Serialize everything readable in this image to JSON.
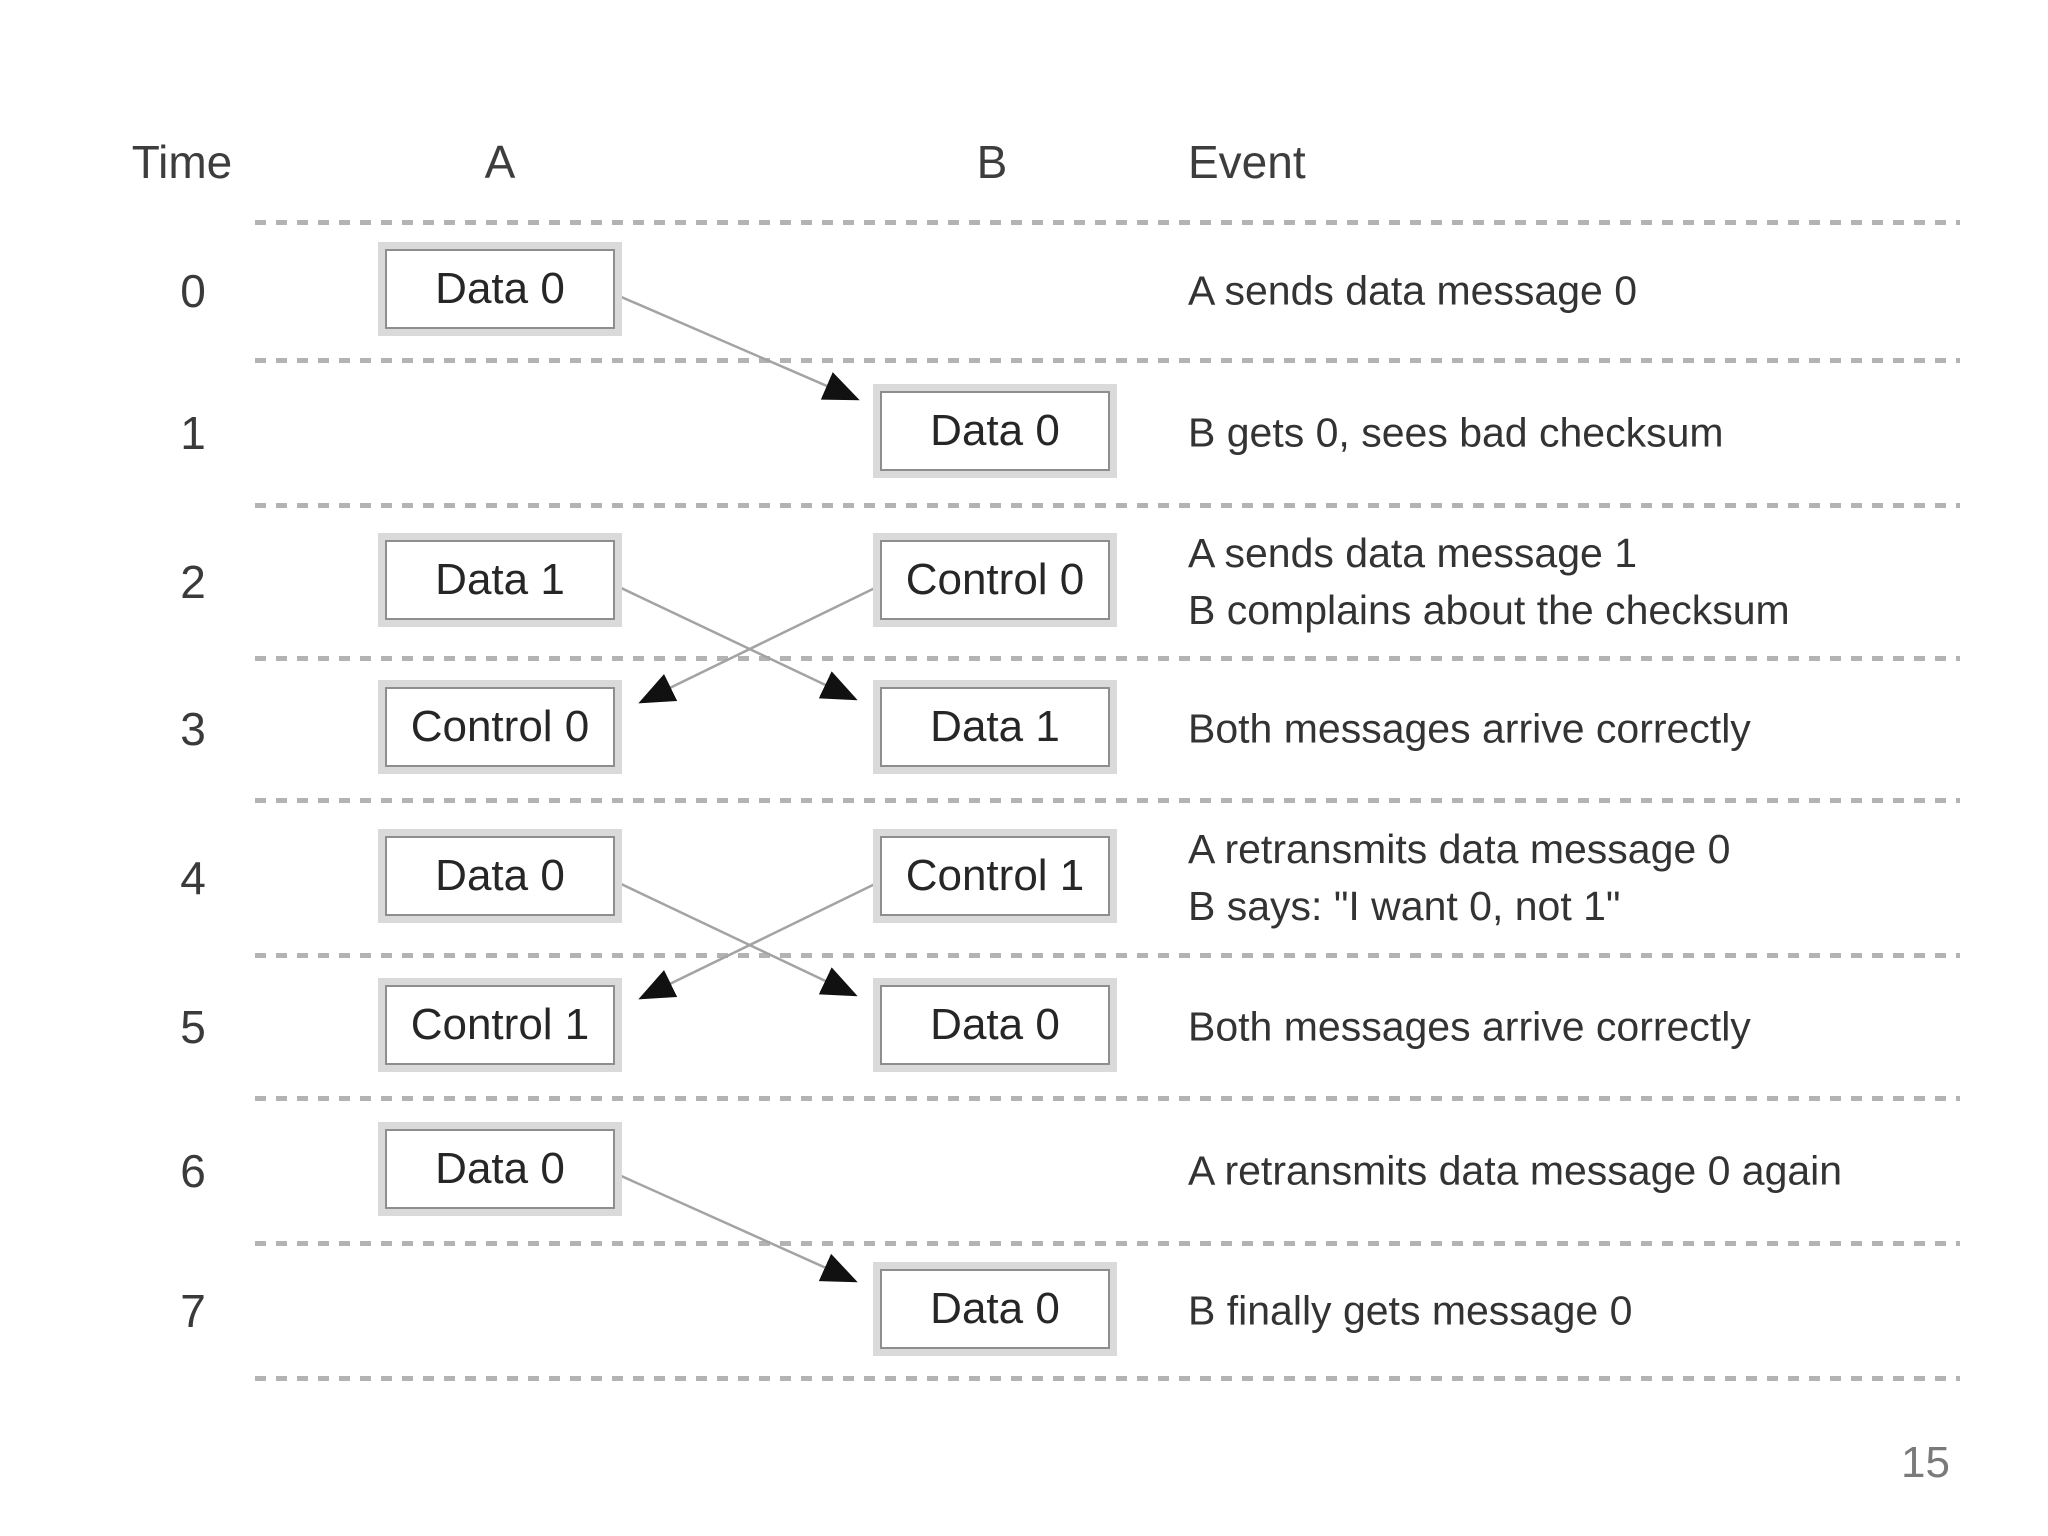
{
  "slide": {
    "page_number": "15"
  },
  "table": {
    "headers": {
      "time": "Time",
      "a": "A",
      "b": "B",
      "event": "Event"
    },
    "rows": [
      {
        "time": "0",
        "a_box": "Data 0",
        "b_box": null,
        "event": [
          "A sends data message 0"
        ]
      },
      {
        "time": "1",
        "a_box": null,
        "b_box": "Data 0",
        "event": [
          "B gets 0, sees bad checksum"
        ]
      },
      {
        "time": "2",
        "a_box": "Data 1",
        "b_box": "Control 0",
        "event": [
          "A sends data message 1",
          "B complains about the checksum"
        ]
      },
      {
        "time": "3",
        "a_box": "Control 0",
        "b_box": "Data 1",
        "event": [
          "Both messages arrive correctly"
        ]
      },
      {
        "time": "4",
        "a_box": "Data 0",
        "b_box": "Control 1",
        "event": [
          "A retransmits data message 0",
          "B says: \"I want 0, not 1\""
        ]
      },
      {
        "time": "5",
        "a_box": "Control 1",
        "b_box": "Data 0",
        "event": [
          "Both messages arrive correctly"
        ]
      },
      {
        "time": "6",
        "a_box": "Data 0",
        "b_box": null,
        "event": [
          "A retransmits data message 0 again"
        ]
      },
      {
        "time": "7",
        "a_box": null,
        "b_box": "Data 0",
        "event": [
          "B finally gets message 0"
        ]
      }
    ],
    "arrows": [
      {
        "from": "A time 0 Data 0",
        "to": "B time 1 Data 0"
      },
      {
        "from": "A time 2 Data 1",
        "to": "B time 3 Data 1"
      },
      {
        "from": "B time 2 Control 0",
        "to": "A time 3 Control 0"
      },
      {
        "from": "A time 4 Data 0",
        "to": "B time 5 Data 0"
      },
      {
        "from": "B time 4 Control 1",
        "to": "A time 5 Control 1"
      },
      {
        "from": "A time 6 Data 0",
        "to": "B time 7 Data 0"
      }
    ]
  },
  "colors": {
    "background": "#ffffff",
    "text": "#333333",
    "box_border": "#8e8e8e",
    "box_halo": "#dadada",
    "separator": "#b3b3b3",
    "arrow_line": "#a3a3a3",
    "arrow_head": "#111111",
    "page_number": "#7a7a7a"
  }
}
